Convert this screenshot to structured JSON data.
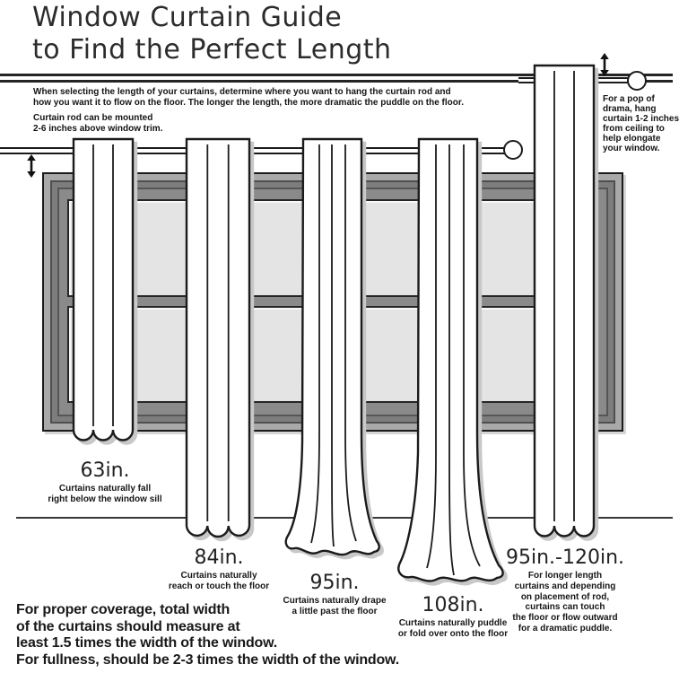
{
  "title": {
    "line1": "Window Curtain Guide",
    "line2": "to Find the Perfect Length"
  },
  "intro": {
    "line1": "When selecting the length of your curtains, determine where you want to hang the curtain rod and",
    "line2": "how you want it to flow on the floor. The longer the length, the more dramatic the puddle on the floor."
  },
  "annotations": {
    "rod_note": {
      "line1": "Curtain rod can be mounted",
      "line2": "2-6 inches above window trim."
    },
    "drama_note": {
      "line1": "For a pop of",
      "line2": "drama, hang",
      "line3": "curtain 1-2 inches",
      "line4": "from ceiling to",
      "line5": "help elongate",
      "line6": "your window."
    }
  },
  "curtains": [
    {
      "length": "63in.",
      "desc1": "Curtains naturally fall",
      "desc2": "right below the window sill"
    },
    {
      "length": "84in.",
      "desc1": "Curtains naturally",
      "desc2": "reach or touch the floor"
    },
    {
      "length": "95in.",
      "desc1": "Curtains naturally drape",
      "desc2": "a little past the floor"
    },
    {
      "length": "108in.",
      "desc1": "Curtains naturally puddle",
      "desc2": "or fold over onto the floor"
    },
    {
      "length": "95in.-120in.",
      "desc1": "For longer length",
      "desc2": "curtains and depending",
      "desc3": "on placement of rod,",
      "desc4": "curtains can touch",
      "desc5": "the floor or flow outward",
      "desc6": "for a dramatic puddle."
    }
  ],
  "footer": {
    "line1": "For proper coverage, total width",
    "line2": "of the curtains should measure at",
    "line3": "least 1.5 times the width of the window.",
    "line4": "For fullness, should be 2-3 times the width of the window."
  },
  "colors": {
    "text": "#161616",
    "frame_gray": "#8a8a8a",
    "pane_gray": "#e4e4e4",
    "curtain_shadow": "#c8c8c8",
    "outline": "#1b1b1b",
    "floor_line": "#383838"
  }
}
